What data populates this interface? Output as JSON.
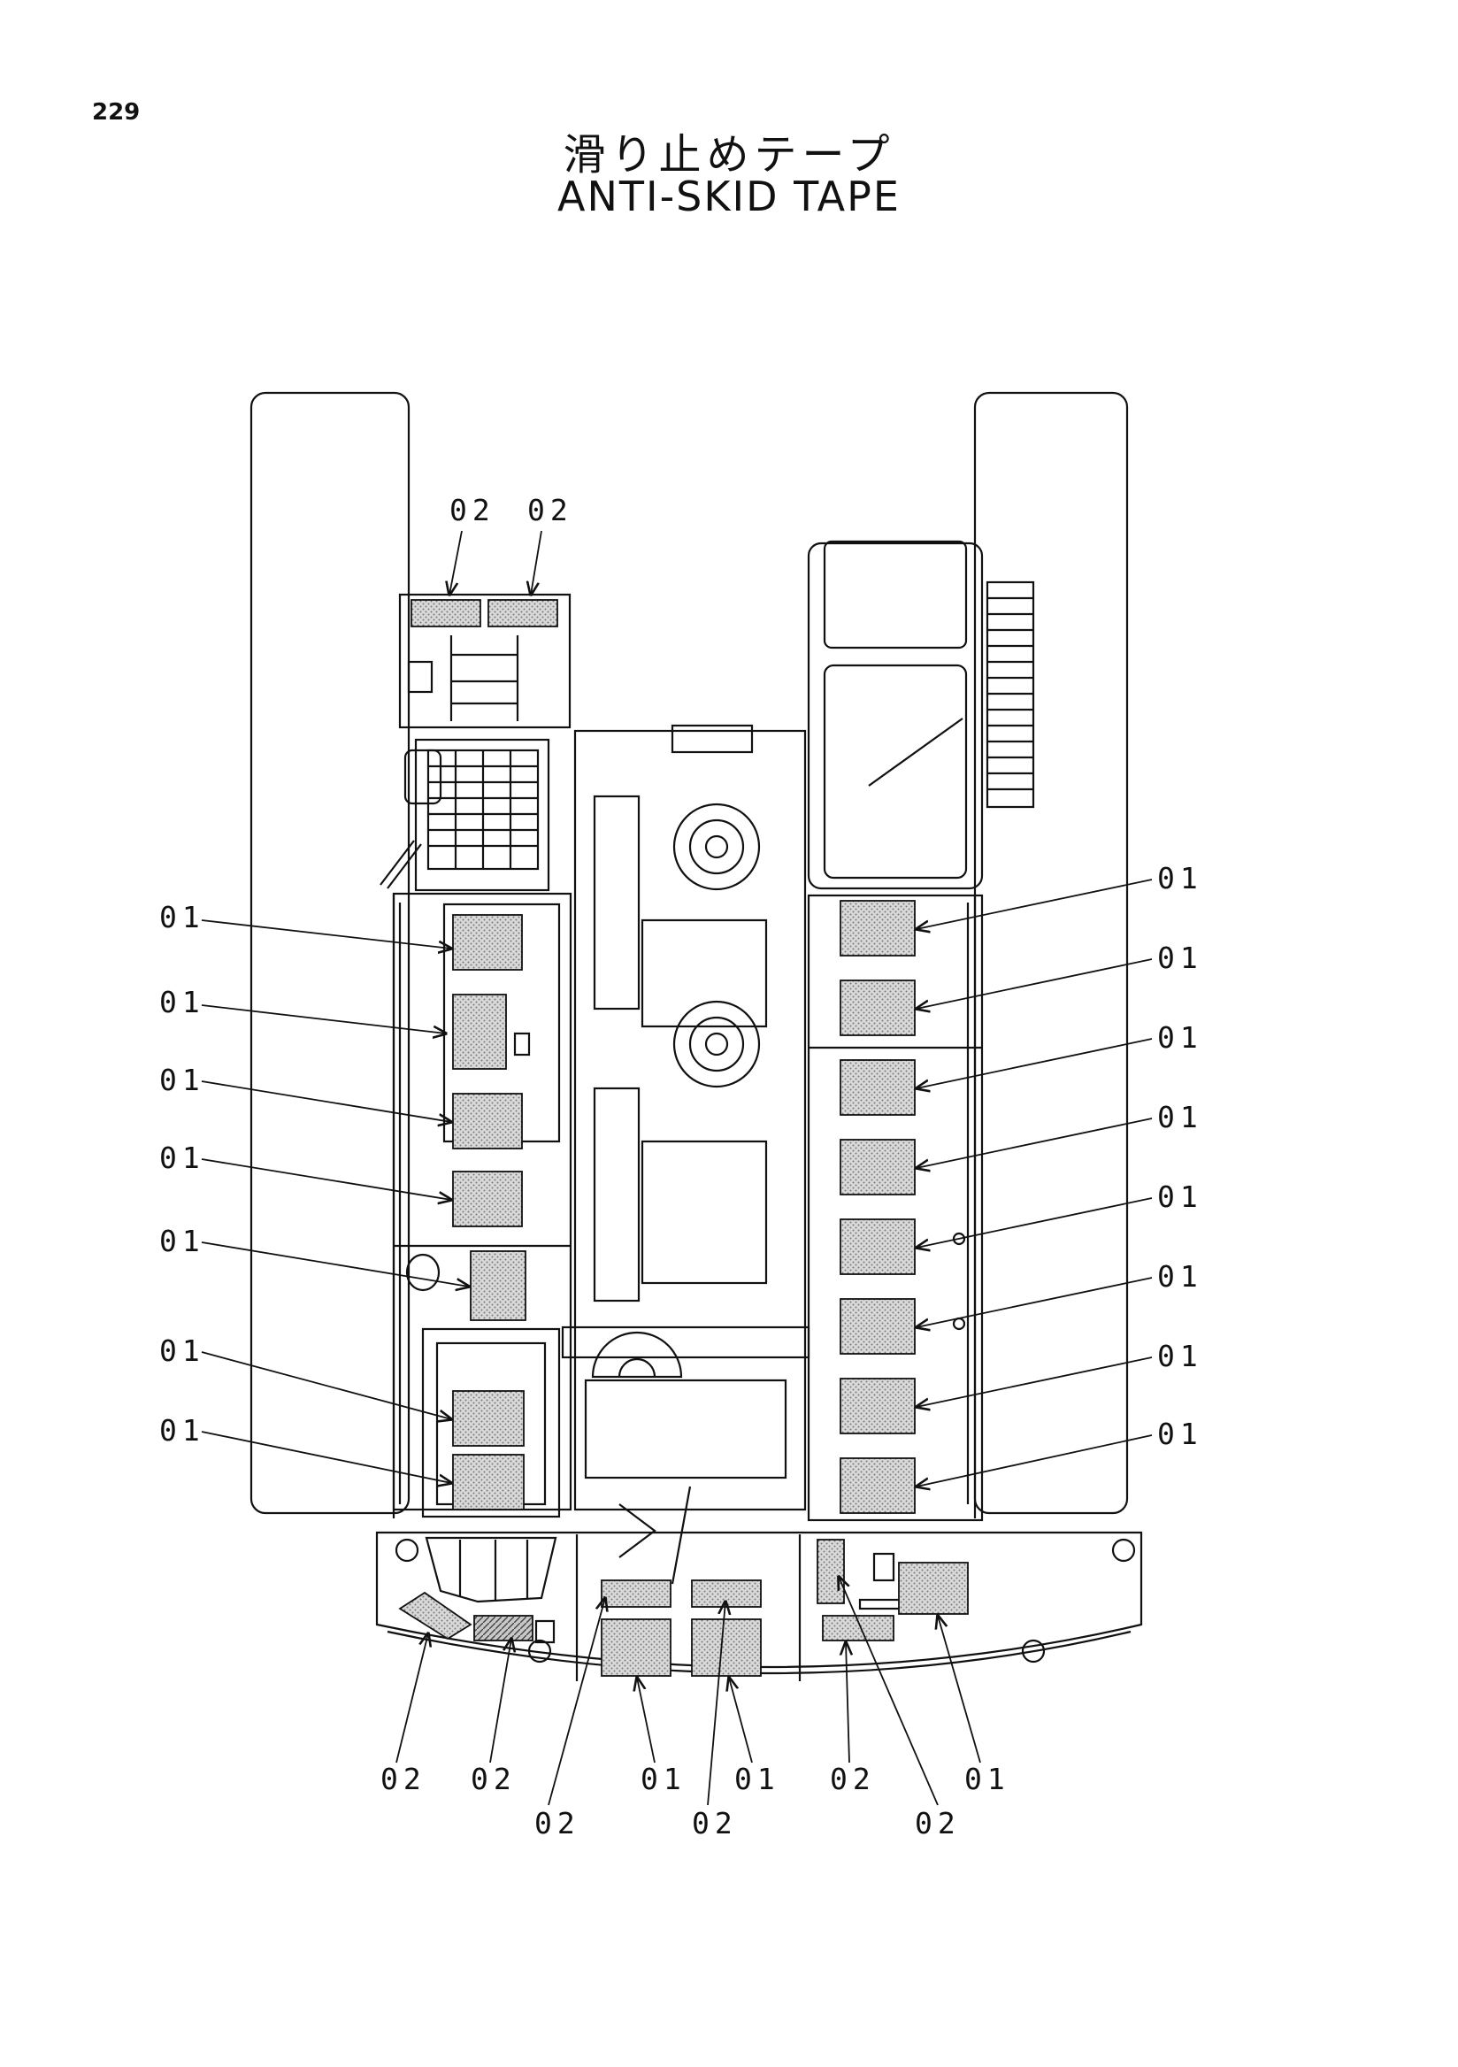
{
  "page": {
    "number": "229"
  },
  "title": {
    "japanese": "滑り止めテープ",
    "english": "ANTI-SKID TAPE"
  },
  "colors": {
    "ink": "#111111",
    "tape_fill": "#bdbdbd",
    "paper": "#ffffff"
  },
  "callouts": [
    {
      "label": "02"
    },
    {
      "label": "02"
    },
    {
      "label": "01"
    },
    {
      "label": "01"
    },
    {
      "label": "01"
    },
    {
      "label": "01"
    },
    {
      "label": "01"
    },
    {
      "label": "01"
    },
    {
      "label": "01"
    },
    {
      "label": "01"
    },
    {
      "label": "01"
    },
    {
      "label": "01"
    },
    {
      "label": "01"
    },
    {
      "label": "01"
    },
    {
      "label": "01"
    },
    {
      "label": "01"
    },
    {
      "label": "01"
    },
    {
      "label": "02"
    },
    {
      "label": "02"
    },
    {
      "label": "02"
    },
    {
      "label": "01"
    },
    {
      "label": "02"
    },
    {
      "label": "01"
    },
    {
      "label": "02"
    },
    {
      "label": "02"
    },
    {
      "label": "01"
    }
  ]
}
